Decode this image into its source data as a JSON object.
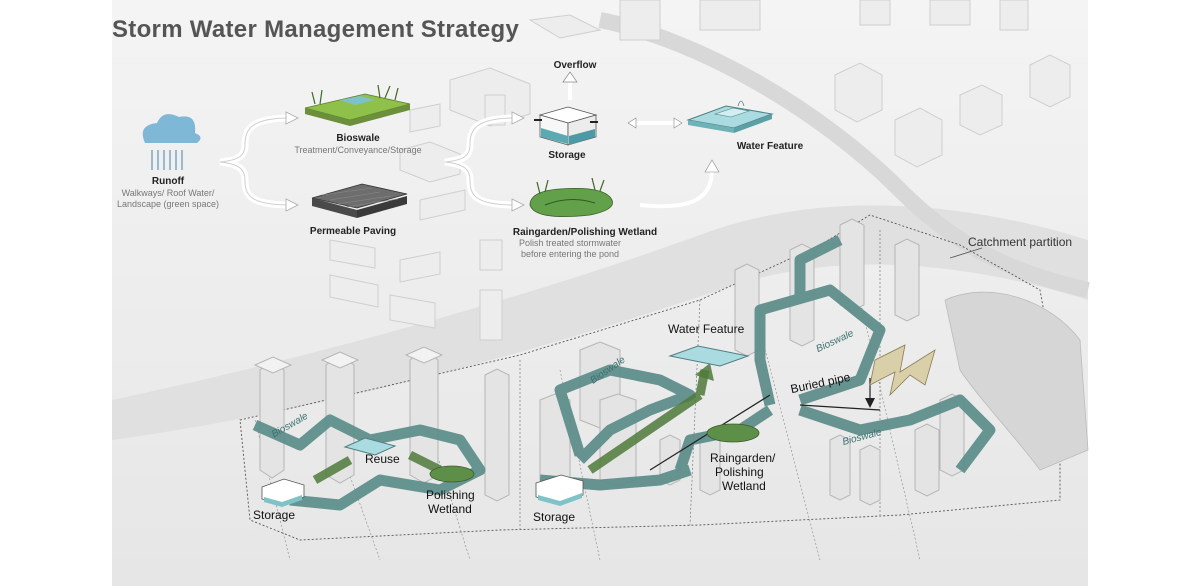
{
  "title": "Storm Water Management Strategy",
  "flow": {
    "runoff": {
      "label": "Runoff",
      "sub": [
        "Walkways/ Roof Water/",
        "Landscape (green space)"
      ]
    },
    "bioswale": {
      "label": "Bioswale",
      "sub": "Treatment/Conveyance/Storage"
    },
    "permeable_paving": {
      "label": "Permeable Paving"
    },
    "overflow": {
      "label": "Overflow"
    },
    "storage": {
      "label": "Storage"
    },
    "water_feature": {
      "label": "Water Feature"
    },
    "raingarden": {
      "label": "Raingarden/Polishing Wetland",
      "sub": [
        "Polish treated stormwater",
        "before entering the pond"
      ]
    }
  },
  "map": {
    "catchment_partition": "Catchment partition",
    "water_feature": "Water Feature",
    "reuse": "Reuse",
    "storage_left": "Storage",
    "storage_center": "Storage",
    "polishing_wetland": [
      "Polishing",
      "Wetland"
    ],
    "raingarden": [
      "Raingarden/",
      "Polishing",
      "Wetland"
    ],
    "buried_pipe": "Buried pipe",
    "bioswale_labels": [
      "Bioswale",
      "Bioswale",
      "Bioswale",
      "Bioswale"
    ]
  },
  "colors": {
    "background": "#f2f2f2",
    "bioswale_teal": "#5f8f8c",
    "wetland_green": "#4f7a3a",
    "water": "#9fd3d6",
    "title_gray": "#555555"
  }
}
